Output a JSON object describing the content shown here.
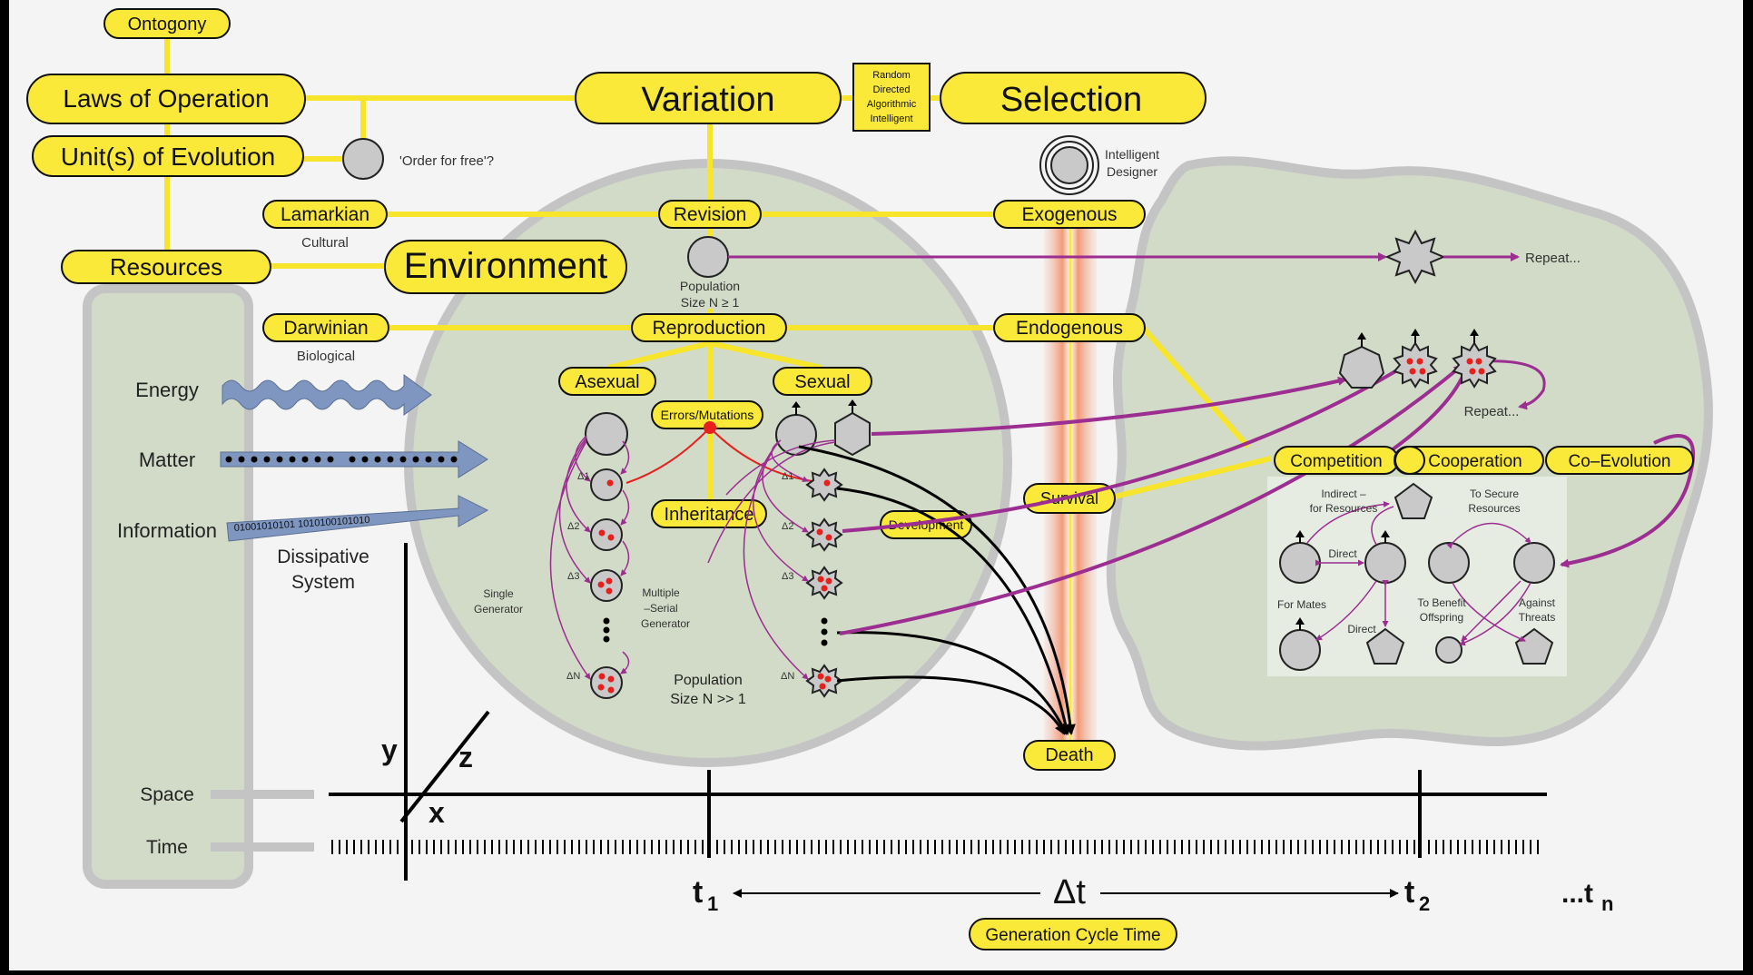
{
  "diagram": {
    "title_visible": "",
    "top_nodes": {
      "ontogony": "Ontogony",
      "laws_of_operation": "Laws of Operation",
      "units_of_evolution": "Unit(s) of Evolution",
      "order_for_free": "'Order for free'?",
      "variation": "Variation",
      "selection": "Selection",
      "variation_types": [
        "Random",
        "Directed",
        "Algorithmic",
        "Intelligent"
      ],
      "intelligent_designer": [
        "Intelligent",
        "Designer"
      ]
    },
    "middle_nodes": {
      "lamarkian": "Lamarkian",
      "cultural": "Cultural",
      "revision": "Revision",
      "exogenous": "Exogenous",
      "resources": "Resources",
      "environment": "Environment",
      "population_small": [
        "Population",
        "Size N ≥ 1"
      ],
      "repeat_top": "Repeat...",
      "darwinian": "Darwinian",
      "biological": "Biological",
      "reproduction": "Reproduction",
      "endogenous": "Endogenous"
    },
    "dissipative": {
      "energy": "Energy",
      "matter": "Matter",
      "information": "Information",
      "information_bits": "01001010101 1010100101010",
      "system_label": [
        "Dissipative",
        "System"
      ],
      "space": "Space",
      "time": "Time"
    },
    "population": {
      "asexual": "Asexual",
      "sexual": "Sexual",
      "errors_mutations": "Errors/Mutations",
      "inheritance": "Inheritance",
      "development": "Development",
      "single_generator": [
        "Single",
        "Generator"
      ],
      "multiple_generator": [
        "Multiple",
        "–Serial",
        "Generator"
      ],
      "population_large": [
        "Population",
        "Size N >> 1"
      ],
      "delta_labels": [
        "Δ1",
        "Δ2",
        "Δ3",
        "ΔN"
      ]
    },
    "selection_column": {
      "survival": "Survival",
      "death": "Death"
    },
    "interactions": {
      "repeat_lower": "Repeat...",
      "competition": "Competition",
      "cooperation": "Cooperation",
      "co_evolution": "Co–Evolution",
      "indirect_resources": [
        "Indirect –",
        "for Resources"
      ],
      "to_secure_resources": [
        "To Secure",
        "Resources"
      ],
      "direct_top": "Direct",
      "direct_bottom": "Direct",
      "for_mates": "For Mates",
      "to_benefit_offspring": [
        "To Benefit",
        "Offspring"
      ],
      "against_threats": [
        "Against",
        "Threats"
      ]
    },
    "axes": {
      "y": "y",
      "z": "z",
      "x": "x",
      "t1": "t",
      "t1_sub": "1",
      "t2": "t",
      "t2_sub": "2",
      "delta_t": "Δt",
      "tn": "...t",
      "tn_sub": "n",
      "generation_cycle_time": "Generation Cycle Time"
    },
    "colors": {
      "background": "#f4f4f4",
      "node_yellow": "#fbe93a",
      "connector_yellow": "#f7e52c",
      "region_green": "#d2dbc8",
      "arrow_magenta": "#9c2e91",
      "arrow_blue": "#7f97c0",
      "mutation_red": "#e6201c"
    }
  }
}
